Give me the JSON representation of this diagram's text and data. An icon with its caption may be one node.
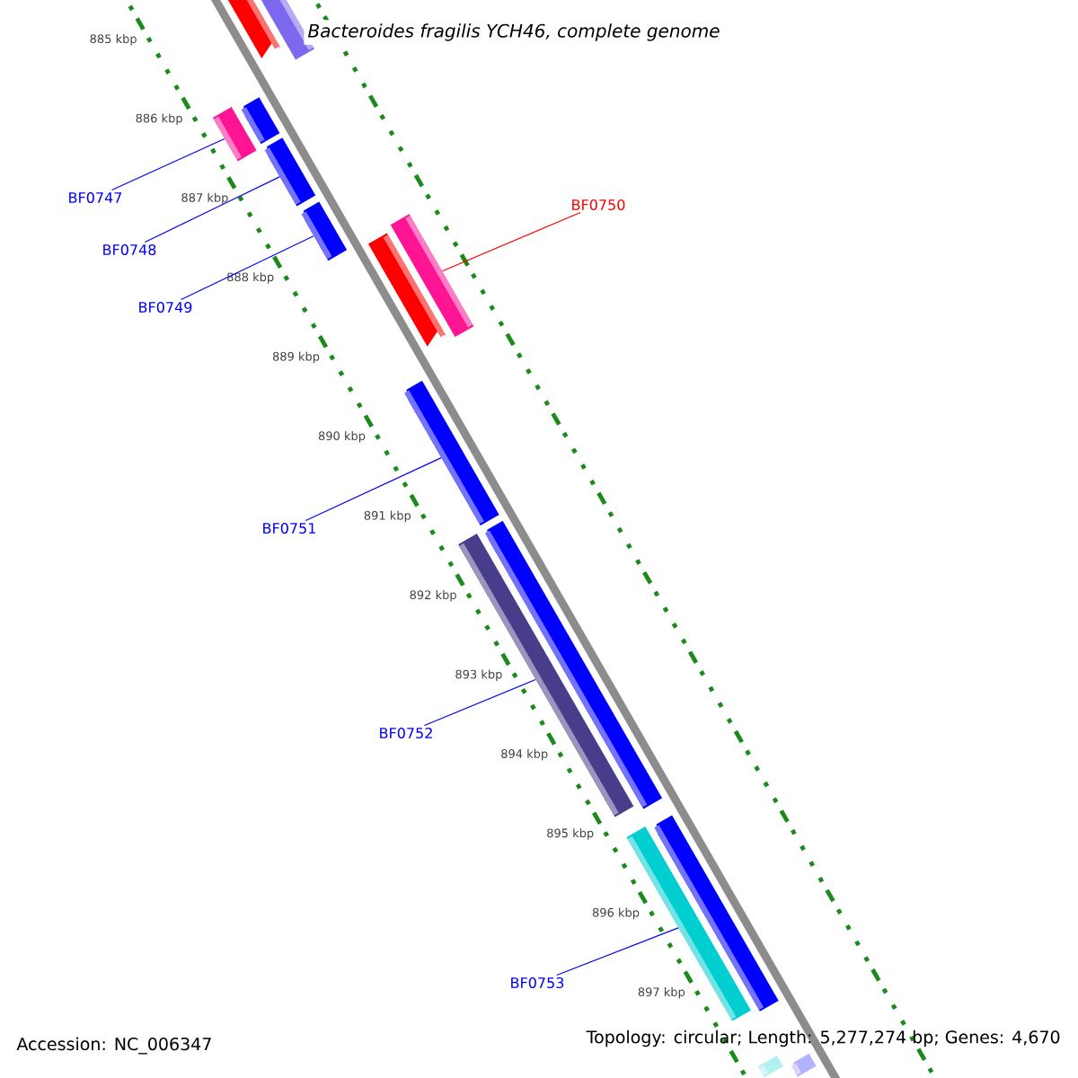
{
  "diagram": {
    "title": "Bacteroides fragilis YCH46, complete genome",
    "nodes": [
      {
        "text": [],
        "shape": "pentagon"
      },
      {
        "text": [],
        "shape": "bar"
      },
      {
        "text": [],
        "shape": "bar"
      },
      {
        "text": [],
        "shape": "pentagon"
      },
      {
        "text": [],
        "shape": "pentagon"
      },
      {
        "text": [],
        "shape": "pentagon"
      },
      {
        "text": [],
        "shape": "pentagon"
      },
      {
        "text": [],
        "shape": "bar"
      },
      {
        "text": [],
        "shape": "pentagon"
      },
      {
        "text": [],
        "shape": "bar"
      },
      {
        "text": [],
        "shape": "pentagon"
      },
      {
        "text": [],
        "shape": "bar"
      },
      {
        "text": [],
        "shape": "pentagon"
      },
      {
        "text": [],
        "shape": "bar"
      },
      {
        "text": [],
        "shape": "pentagon"
      },
      {
        "text": [
          "BF0747"
        ]
      },
      {
        "text": [
          "BF0748"
        ]
      },
      {
        "text": [
          "BF0749"
        ]
      },
      {
        "text": [
          "BF0750"
        ]
      },
      {
        "text": [
          "BF0751"
        ]
      },
      {
        "text": [
          "BF0752"
        ]
      },
      {
        "text": [
          "BF0753"
        ]
      }
    ],
    "edges": [
      {
        "from": 15,
        "to": 2,
        "arrow": "none"
      },
      {
        "from": 16,
        "to": 4,
        "arrow": "none"
      },
      {
        "from": 17,
        "to": 5,
        "arrow": "none"
      },
      {
        "from": 18,
        "to": 7,
        "arrow": "none",
        "color": "#ff0000"
      },
      {
        "from": 19,
        "to": 8,
        "arrow": "none"
      },
      {
        "from": 20,
        "to": 9,
        "arrow": "none"
      },
      {
        "from": 21,
        "to": 11,
        "arrow": "none"
      }
    ],
    "labels": [
      "885 kbp",
      "886 kbp",
      "887 kbp",
      "888 kbp",
      "889 kbp",
      "890 kbp",
      "891 kbp",
      "892 kbp",
      "893 kbp",
      "894 kbp",
      "895 kbp",
      "896 kbp",
      "897 kbp",
      "Accession: NC_006347",
      "Topology: circular; Length: 5,277,274 bp; Genes: 4,670"
    ]
  }
}
